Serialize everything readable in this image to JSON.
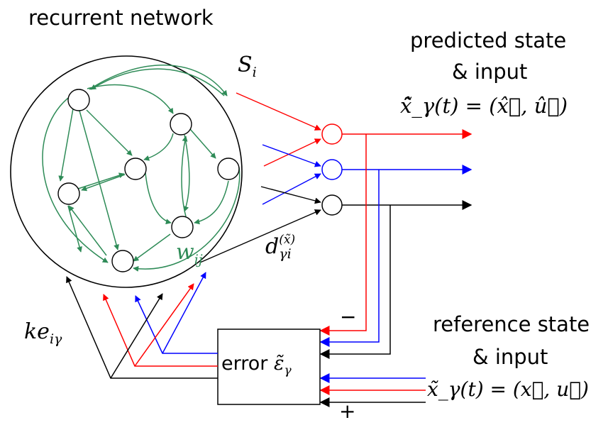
{
  "labels": {
    "recurrent_network": "recurrent network",
    "network_state": "S",
    "network_state_sub": "i",
    "predicted_line1": "predicted state",
    "predicted_line2": "& input",
    "predicted_formula": "x̂̃_γ(t) = (x̂⃗, û⃗)",
    "weight": "w",
    "weight_sub": "ij",
    "decoder": "d",
    "decoder_sub": "γi",
    "decoder_sup": "(x̃)",
    "feedback_gain": "ke",
    "feedback_gain_sub": "iγ",
    "error_box": "error",
    "error_symbol": "ε̃",
    "error_symbol_sub": "γ",
    "reference_line1": "reference state",
    "reference_line2": "& input",
    "reference_formula": "x̃_γ(t) = (x⃗, u⃗)",
    "minus_sign": "−",
    "plus_sign": "+"
  },
  "colors": {
    "recurrent": "#2e8b57",
    "channel_red": "#ff0000",
    "channel_blue": "#0000ff",
    "channel_black": "#000000"
  }
}
